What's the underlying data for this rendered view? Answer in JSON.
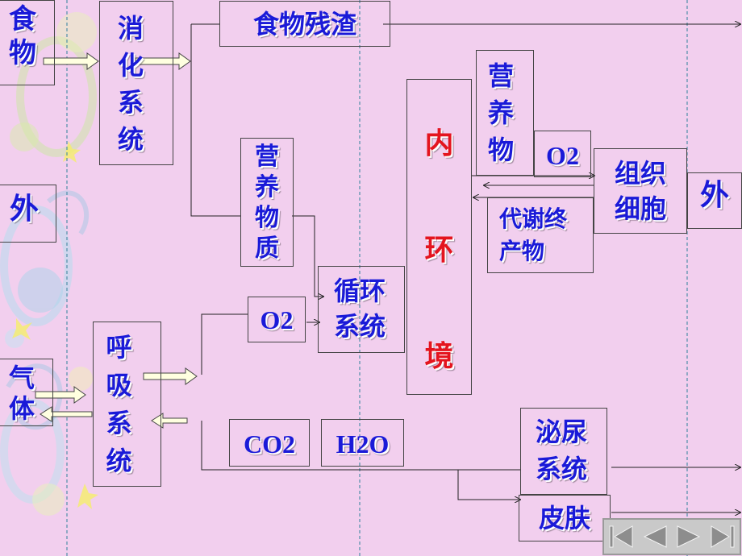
{
  "labels": {
    "food": "食物",
    "digestive_system": "消化系统",
    "food_residue": "食物残渣",
    "nutrients_left": "营养物质",
    "nutrients_right": "营养物",
    "outside_left": "外",
    "outside_right": "外",
    "gas": "气体",
    "respiratory_system": "呼吸系统",
    "o2_left": "O2",
    "o2_right": "O2",
    "circulatory_system": "循环系统",
    "internal_env": "内环境",
    "tissue_cells": "组织细胞",
    "metabolic_waste": "代谢终产物",
    "co2": "CO2",
    "h2o": "H2O",
    "urinary_system": "泌尿系统",
    "skin": "皮肤"
  },
  "nav_icons": [
    "first-page-icon",
    "previous-page-icon",
    "next-page-icon",
    "last-page-icon"
  ],
  "colors": {
    "background": "#f2cfee",
    "text": "#1a1ad8",
    "highlight": "#e4141e",
    "arrow_fill": "#ffffe0",
    "guide_lines": "#4f8fa8"
  }
}
